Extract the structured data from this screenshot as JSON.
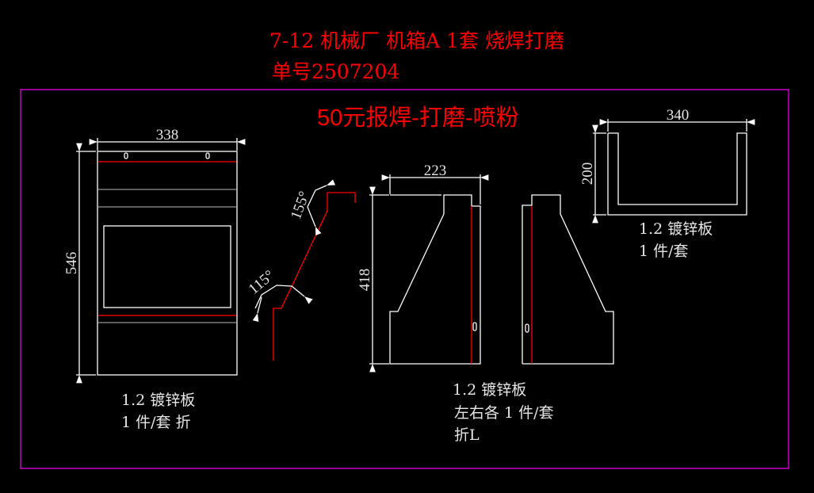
{
  "header": {
    "title": "7-12 机械厂 机箱A  1套 烧焊打磨",
    "order": "单号2507204"
  },
  "process_note": "50元报焊-打磨-喷粉",
  "parts": [
    {
      "width": "338",
      "height": "546",
      "notes": [
        "1.2 镀锌板",
        "1 件/套 折"
      ]
    },
    {
      "angles": [
        "155°",
        "115°"
      ]
    },
    {
      "width": "223",
      "height": "418",
      "notes": [
        "1.2 镀锌板",
        "左右各 1 件/套",
        "折L"
      ]
    },
    {
      "width": "340",
      "height": "200",
      "notes": [
        "1.2 镀锌板",
        "1 件/套"
      ]
    }
  ],
  "colors": {
    "title": "#ff0000",
    "frame": "#e000e0",
    "lines": "#ffffff",
    "bend": "#ff0000"
  }
}
